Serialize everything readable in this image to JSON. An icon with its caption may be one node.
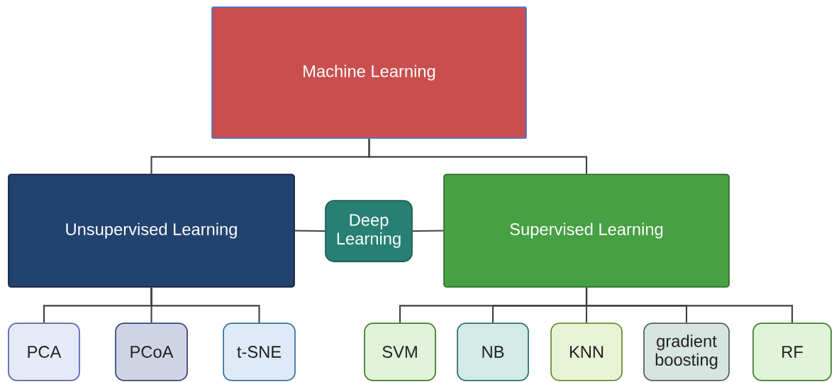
{
  "diagram": {
    "nodes": [
      {
        "text": [
          "Machine Learning"
        ]
      },
      {
        "text": [
          "Unsupervised Learning"
        ]
      },
      {
        "text": [
          "Deep Learning"
        ]
      },
      {
        "text": [
          "Supervised Learning"
        ]
      },
      {
        "text": [
          "PCA"
        ]
      },
      {
        "text": [
          "PCoA"
        ]
      },
      {
        "text": [
          "t-SNE"
        ]
      },
      {
        "text": [
          "SVM"
        ]
      },
      {
        "text": [
          "NB"
        ]
      },
      {
        "text": [
          "KNN"
        ]
      },
      {
        "text": [
          "gradient boosting"
        ]
      },
      {
        "text": [
          "RF"
        ]
      }
    ],
    "edges": [
      {
        "from": 0,
        "to": 1,
        "arrow": "none"
      },
      {
        "from": 0,
        "to": 3,
        "arrow": "none"
      },
      {
        "from": 1,
        "to": 2,
        "arrow": "none"
      },
      {
        "from": 2,
        "to": 3,
        "arrow": "none"
      },
      {
        "from": 1,
        "to": 4,
        "arrow": "none"
      },
      {
        "from": 1,
        "to": 5,
        "arrow": "none"
      },
      {
        "from": 1,
        "to": 6,
        "arrow": "none"
      },
      {
        "from": 3,
        "to": 7,
        "arrow": "none"
      },
      {
        "from": 3,
        "to": 8,
        "arrow": "none"
      },
      {
        "from": 3,
        "to": 9,
        "arrow": "none"
      },
      {
        "from": 3,
        "to": 10,
        "arrow": "none"
      },
      {
        "from": 3,
        "to": 11,
        "arrow": "none"
      }
    ]
  }
}
